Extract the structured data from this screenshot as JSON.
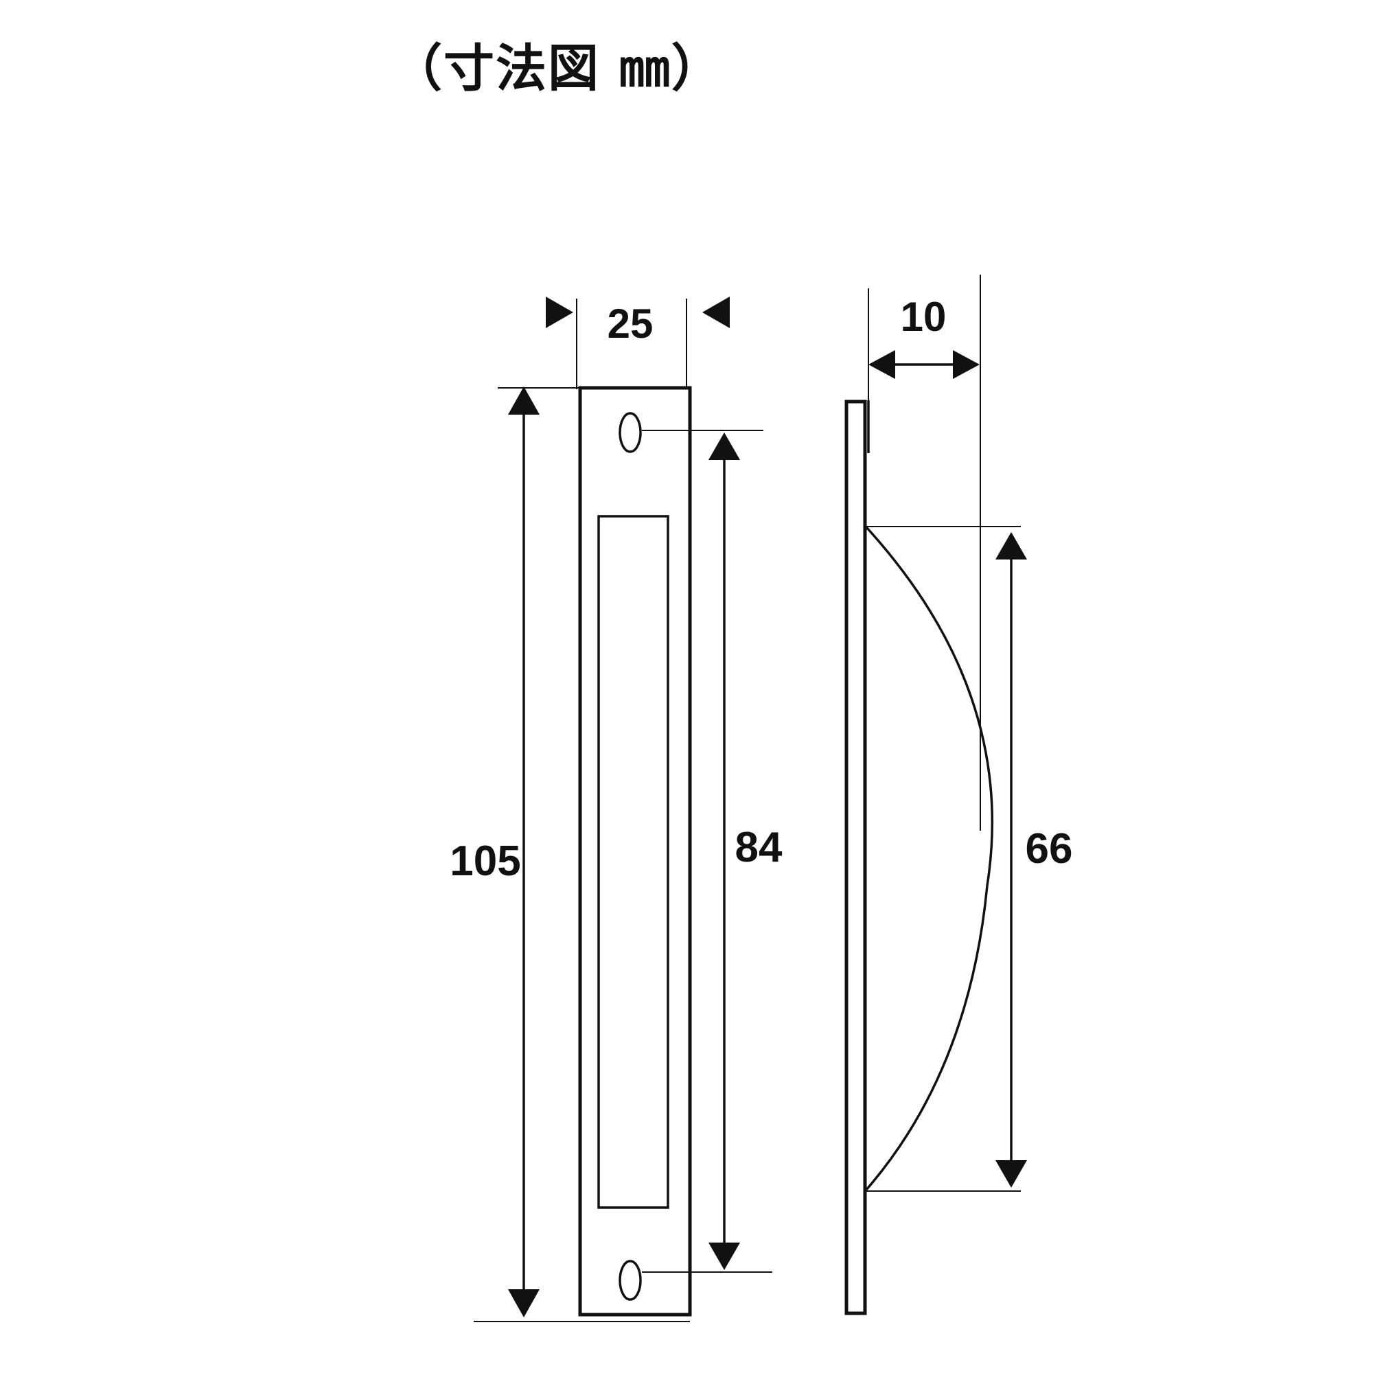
{
  "title": "（寸法図 ㎜）",
  "dimensions": {
    "width": "25",
    "depth": "10",
    "total_length": "105",
    "hole_pitch": "84",
    "grip_length": "66"
  }
}
